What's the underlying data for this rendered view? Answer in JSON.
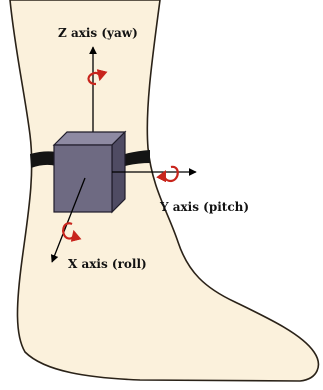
{
  "labels": {
    "z_axis": "Z axis (yaw)",
    "y_axis": "Y axis (pitch)",
    "x_axis": "X axis (roll)"
  },
  "colors": {
    "skin": "#fbf1dc",
    "outline": "#2a2218",
    "sensor_front": "#6e6a82",
    "sensor_top": "#8e8aa2",
    "sensor_side": "#4f4b63",
    "strap": "#141414",
    "rotation_arrow": "#c8241c",
    "axis_line": "#000000"
  },
  "icons": [
    "ankle-illustration",
    "imu-sensor-box",
    "rotation-arrow-icon"
  ]
}
